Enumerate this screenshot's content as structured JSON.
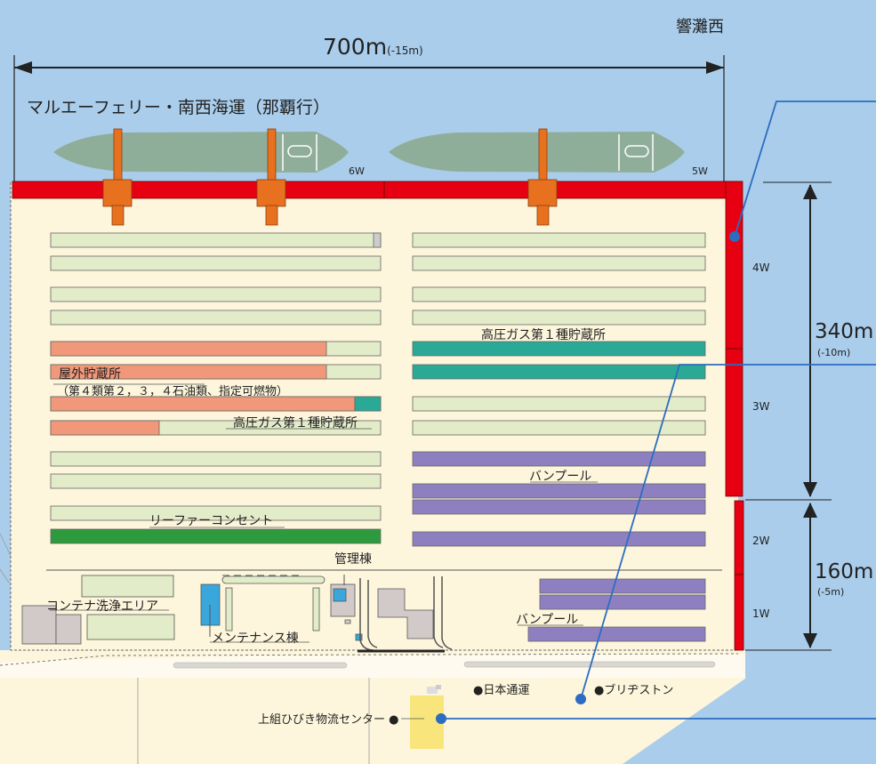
{
  "sea_name": "響灘西",
  "width_dim": {
    "value": "700m",
    "depth": "(-15m)"
  },
  "ferry_label": "マルエーフェリー・南西海運（那覇行）",
  "berths": [
    "6W",
    "5W",
    "4W",
    "3W",
    "2W",
    "1W"
  ],
  "dim_340": {
    "value": "340m",
    "depth": "(-10m)"
  },
  "dim_160": {
    "value": "160m",
    "depth": "(-5m)"
  },
  "labels": {
    "hazmat_1": "屋外貯蔵所",
    "hazmat_2": "（第４類第２，３，４石油類、指定可燃物）",
    "gas_left": "高圧ガス第１種貯蔵所",
    "gas_right": "高圧ガス第１種貯蔵所",
    "reefer": "リーファーコンセント",
    "vanpool_1": "バンプール",
    "vanpool_2": "バンプール",
    "admin": "管理棟",
    "wash": "コンテナ洗浄エリア",
    "maintenance": "メンテナンス棟",
    "nittsu": "●日本通運",
    "bridgestone": "●ブリヂストン",
    "kamigumi": "上組ひびき物流センター ●"
  },
  "colors": {
    "sea": "#a9cdeb",
    "yard": "#fdf6dc",
    "quay": "#e60012",
    "crane": "#e8711f",
    "ship": "#8fae99",
    "slot": "#e3ecc9",
    "hazmat": "#f2987a",
    "gas": "#2aaa96",
    "reefer": "#2e9a3e",
    "vanpool": "#8e80c0",
    "blue_line": "#2d6cc0",
    "building": "#d2cac8",
    "kamigumi": "#f8e67c"
  }
}
